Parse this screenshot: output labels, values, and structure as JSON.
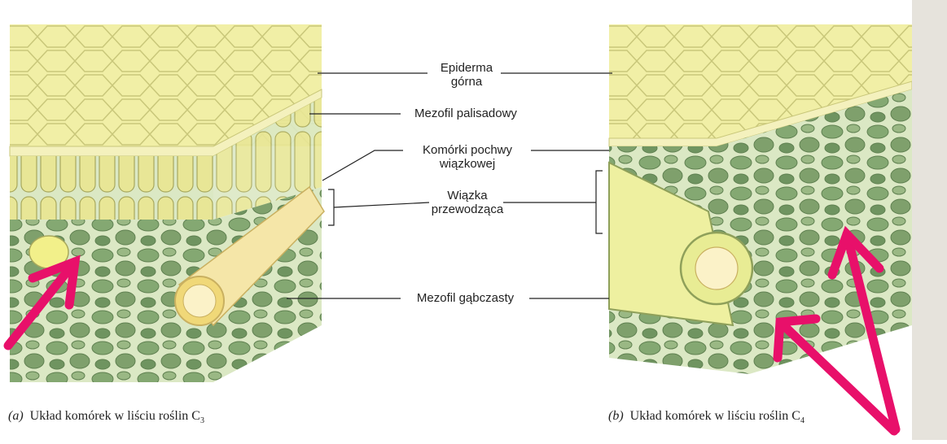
{
  "labels": {
    "epidermis_line1": "Epiderma",
    "epidermis_line2": "górna",
    "palisade": "Mezofil palisadowy",
    "sheath_line1": "Komórki pochwy",
    "sheath_line2": "wiązkowej",
    "bundle_line1": "Wiązka",
    "bundle_line2": "przewodząca",
    "spongy": "Mezofil gąbczasty"
  },
  "captions": {
    "a_letter": "(a)",
    "a_text": "Układ komórek w liściu roślin C",
    "a_sub": "3",
    "b_letter": "(b)",
    "b_text": "Układ komórek w liściu roślin C",
    "b_sub": "4"
  },
  "colors": {
    "epidermis": "#f1efa6",
    "palisade": "#e8e696",
    "mesophyll_green": "#7fa06c",
    "background_tissue": "#dbe8c4",
    "bundle": "#f5e6a8",
    "arrow": "#e8106a"
  }
}
